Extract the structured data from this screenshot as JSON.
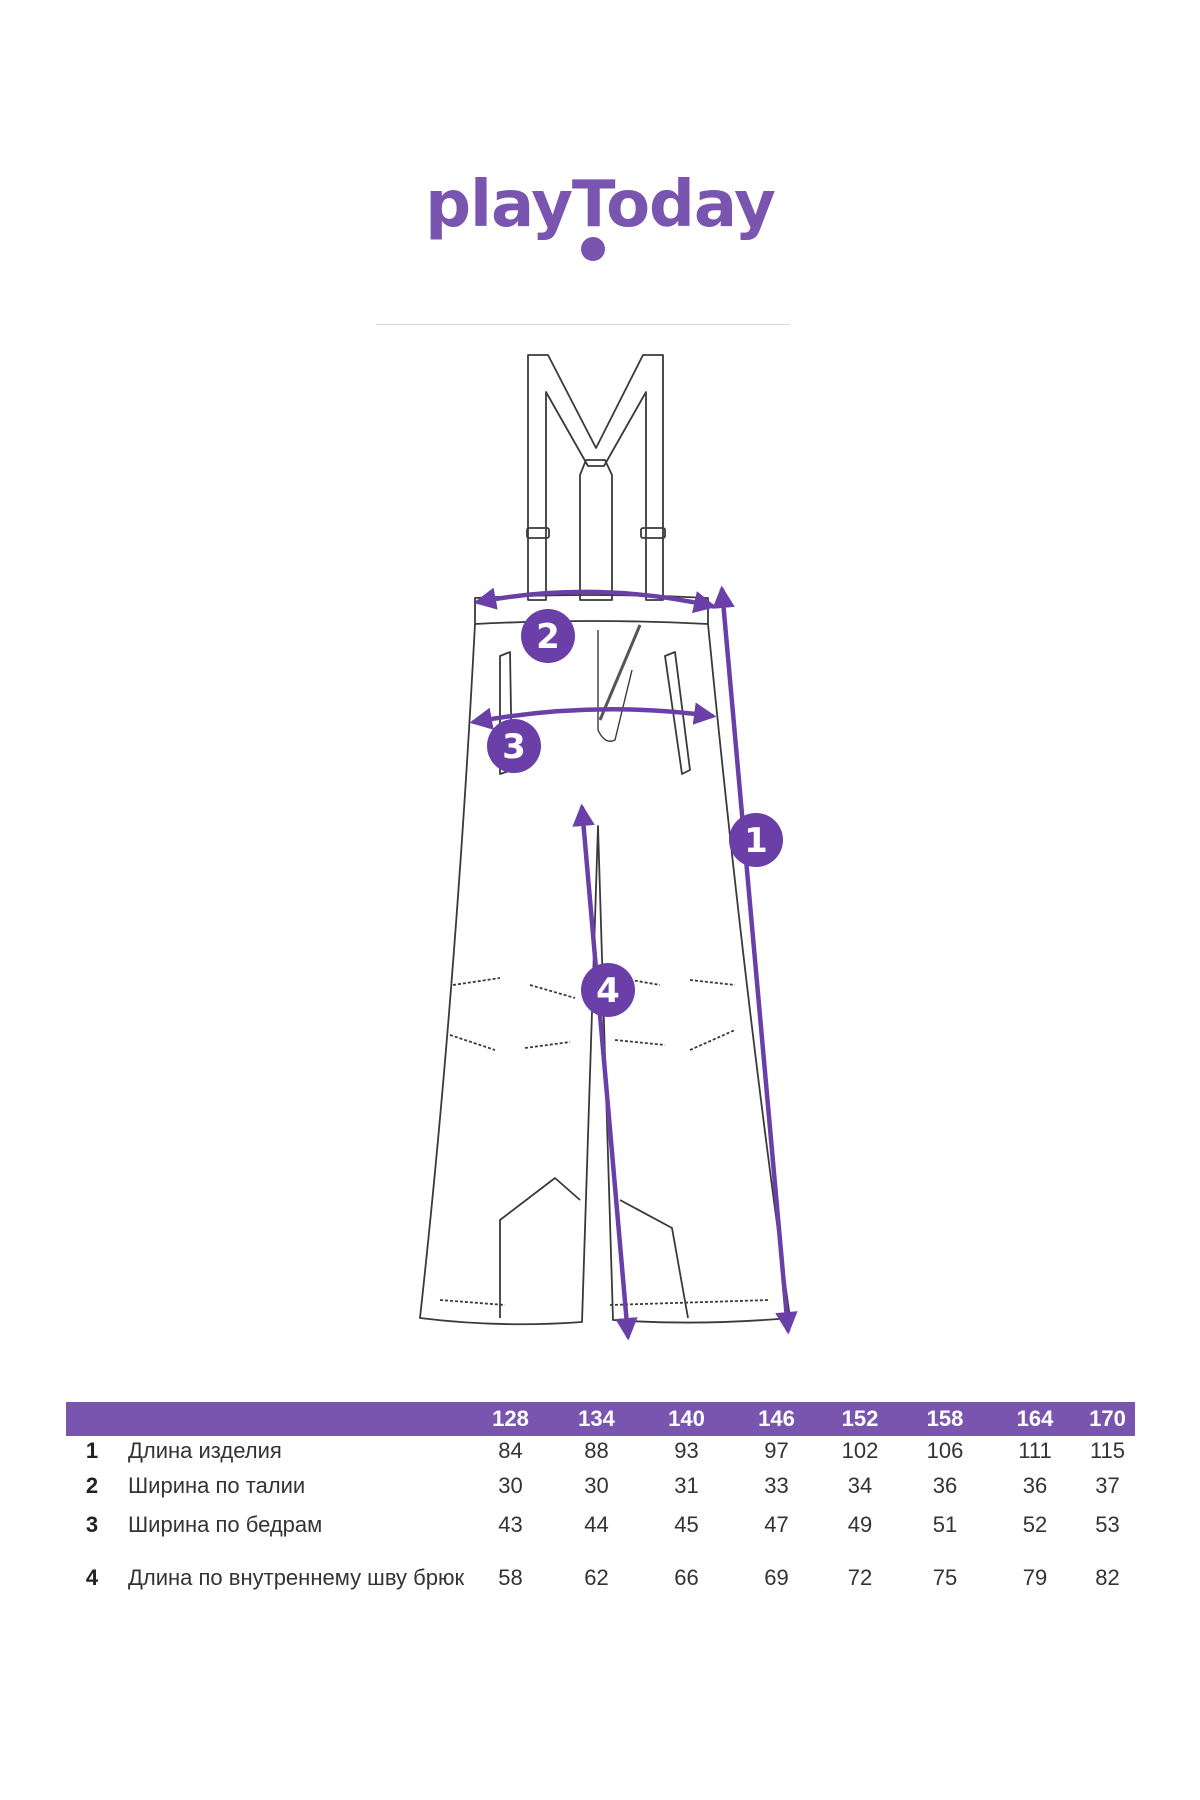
{
  "brand": {
    "logo_text": "playToday",
    "color": "#7a55b0"
  },
  "markers": [
    "1",
    "2",
    "3",
    "4"
  ],
  "table": {
    "sizes": [
      "128",
      "134",
      "140",
      "146",
      "152",
      "158",
      "164",
      "170"
    ],
    "rows": [
      {
        "num": "1",
        "label": "Длина изделия",
        "values": [
          "84",
          "88",
          "93",
          "97",
          "102",
          "106",
          "111",
          "115"
        ]
      },
      {
        "num": "2",
        "label": "Ширина по талии",
        "values": [
          "30",
          "30",
          "31",
          "33",
          "34",
          "36",
          "36",
          "37"
        ]
      },
      {
        "num": "3",
        "label": "Ширина по бедрам",
        "values": [
          "43",
          "44",
          "45",
          "47",
          "49",
          "51",
          "52",
          "53"
        ]
      },
      {
        "num": "4",
        "label": "Длина по внутреннему шву брюк",
        "values": [
          "58",
          "62",
          "66",
          "69",
          "72",
          "75",
          "79",
          "82"
        ]
      }
    ]
  },
  "icons": [
    "trousers-with-suspenders-sketch",
    "measurement-arrow"
  ]
}
